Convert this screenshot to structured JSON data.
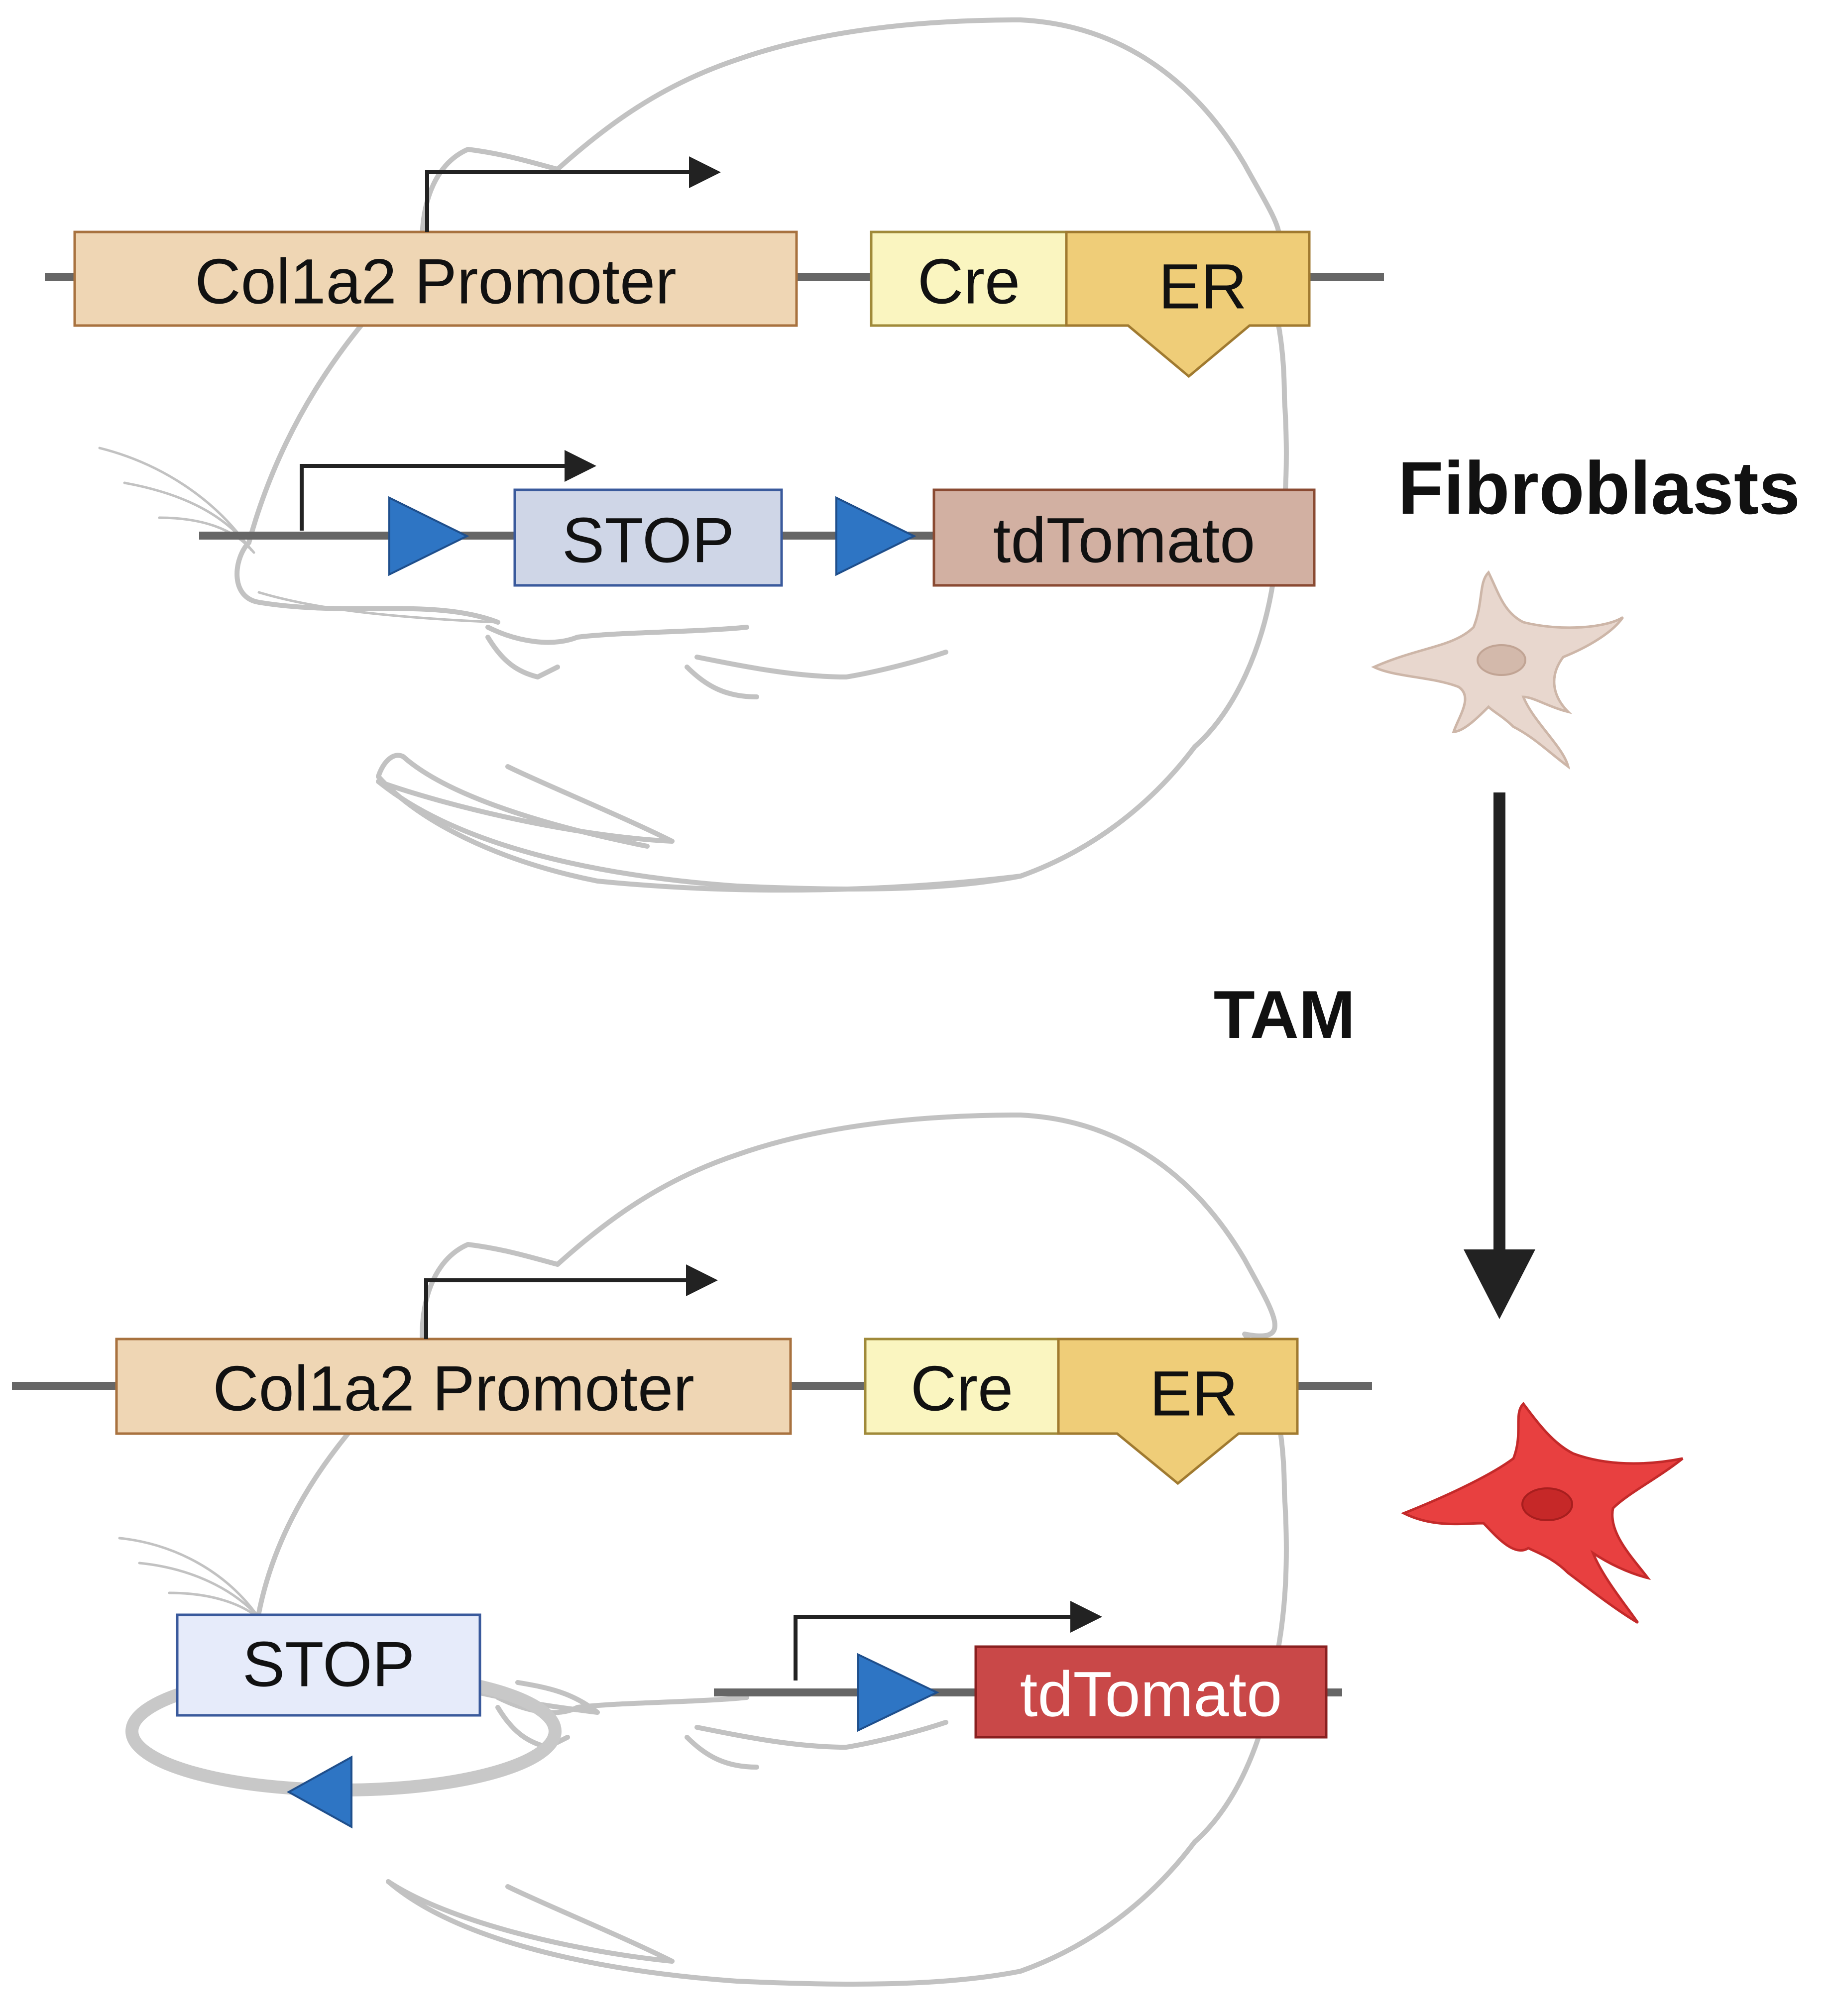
{
  "top_construct": {
    "promoter_label": "Col1a2 Promoter",
    "cre_label": "Cre",
    "er_label": "ER",
    "stop_label": "STOP",
    "reporter_label": "tdTomato"
  },
  "bottom_construct": {
    "promoter_label": "Col1a2 Promoter",
    "cre_label": "Cre",
    "er_label": "ER",
    "stop_label": "STOP",
    "reporter_label": "tdTomato"
  },
  "cells": {
    "title": "Fibroblasts",
    "treatment_label": "TAM"
  },
  "colors": {
    "promoter": "#efd6b4",
    "cre": "#faf5c0",
    "er": "#efcd78",
    "stop_before": "#cfd6e7",
    "stop_after": "#e6ebfa",
    "tdtomato_before": "#d2b0a2",
    "tdtomato_after": "#c94848",
    "loxp": "#2e75c4",
    "cell_before": "#e8d7ce",
    "cell_after": "#e84040",
    "mouse_outline": "#c2c2c2",
    "dna": "#666666"
  }
}
